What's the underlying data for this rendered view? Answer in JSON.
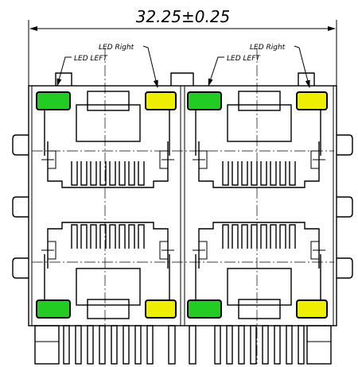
{
  "dimension": {
    "label": "32.25±0.25"
  },
  "labels": {
    "led_left": "LED LEFT",
    "led_right": "LED Right"
  },
  "colors": {
    "led_left": "#22cc22",
    "led_right": "#eeee00",
    "line": "#000000"
  },
  "ports": [
    {
      "id": "port-top-left"
    },
    {
      "id": "port-top-right"
    },
    {
      "id": "port-bottom-left"
    },
    {
      "id": "port-bottom-right"
    }
  ]
}
